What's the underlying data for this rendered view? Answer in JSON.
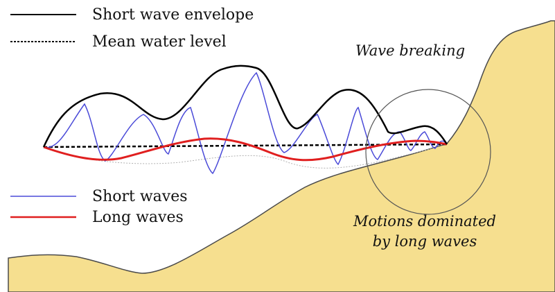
{
  "legend": {
    "envelope_label": "Short wave envelope",
    "mean_level_label": "Mean water level",
    "short_waves_label": "Short waves",
    "long_waves_label": "Long waves"
  },
  "annotations": {
    "wave_breaking": "Wave breaking",
    "motions_line1": "Motions dominated",
    "motions_line2": "by long waves"
  },
  "colors": {
    "seabed_fill": "#f6df8f",
    "envelope": "#000000",
    "mean_level": "#000000",
    "short_waves": "#4a4ad8",
    "long_waves": "#e01f1f",
    "circle": "#555555",
    "dotted_trough": "#b0b0b0"
  }
}
